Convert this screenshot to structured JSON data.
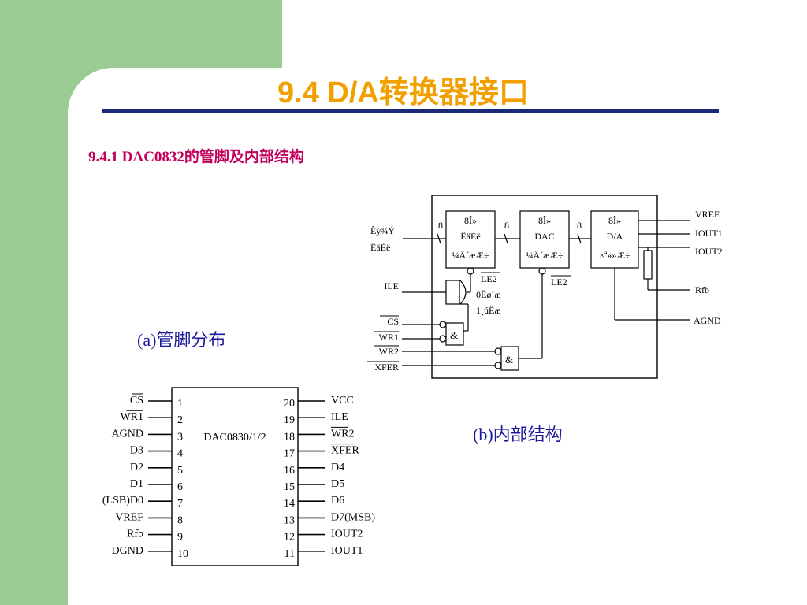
{
  "slide": {
    "title": "9.4  D/A转换器接口",
    "subtitle": "9.4.1  DAC0832的管脚及内部结构",
    "caption_a": "(a)管脚分布",
    "caption_b": "(b)内部结构"
  },
  "pinout": {
    "chip_label": "DAC0830/1/2",
    "left_pins": [
      {
        "num": "1",
        "name": "CS",
        "overbar": true
      },
      {
        "num": "2",
        "name": "WR1",
        "overbar": true
      },
      {
        "num": "3",
        "name": "AGND",
        "overbar": false
      },
      {
        "num": "4",
        "name": "D3",
        "overbar": false
      },
      {
        "num": "5",
        "name": "D2",
        "overbar": false
      },
      {
        "num": "6",
        "name": "D1",
        "overbar": false
      },
      {
        "num": "7",
        "name": "(LSB)D0",
        "overbar": false
      },
      {
        "num": "8",
        "name": "VREF",
        "overbar": false
      },
      {
        "num": "9",
        "name": "Rfb",
        "overbar": false
      },
      {
        "num": "10",
        "name": "DGND",
        "overbar": false
      }
    ],
    "right_pins": [
      {
        "num": "20",
        "name": "VCC",
        "overbar": false
      },
      {
        "num": "19",
        "name": "ILE",
        "overbar": false
      },
      {
        "num": "18",
        "name": "WR2",
        "overbar": true
      },
      {
        "num": "17",
        "name": "XFER",
        "overbar": true
      },
      {
        "num": "16",
        "name": "D4",
        "overbar": false
      },
      {
        "num": "15",
        "name": "D5",
        "overbar": false
      },
      {
        "num": "14",
        "name": "D6",
        "overbar": false
      },
      {
        "num": "13",
        "name": "D7(MSB)",
        "overbar": false
      },
      {
        "num": "12",
        "name": "IOUT2",
        "overbar": false
      },
      {
        "num": "11",
        "name": "IOUT1",
        "overbar": false
      }
    ]
  },
  "block": {
    "input_label_1": "Êý¾Ý",
    "input_label_2": "ÊäÈë",
    "bus_width": "8",
    "reg1": {
      "l1": "8Î»",
      "l2": "ÊäÈë",
      "l3": "¼Ä´æÆ÷"
    },
    "reg2": {
      "l1": "8Î»",
      "l2": "DAC",
      "l3": "¼Ä´æÆ÷"
    },
    "conv": {
      "l1": "8Î»",
      "l2": "D/A",
      "l3": "×ª»»Æ÷"
    },
    "le1": "LE2",
    "le2": "LE2",
    "note1": "0Ëø´æ",
    "note2": "1¸úËæ",
    "and_symbol": "&",
    "left_signals": [
      {
        "name": "ILE",
        "overbar": false
      },
      {
        "name": "CS",
        "overbar": true
      },
      {
        "name": "WR1",
        "overbar": true
      },
      {
        "name": "WR2",
        "overbar": true
      },
      {
        "name": "XFER",
        "overbar": true
      }
    ],
    "right_signals": [
      "VREF",
      "IOUT1",
      "IOUT2",
      "Rfb",
      "AGND"
    ]
  }
}
